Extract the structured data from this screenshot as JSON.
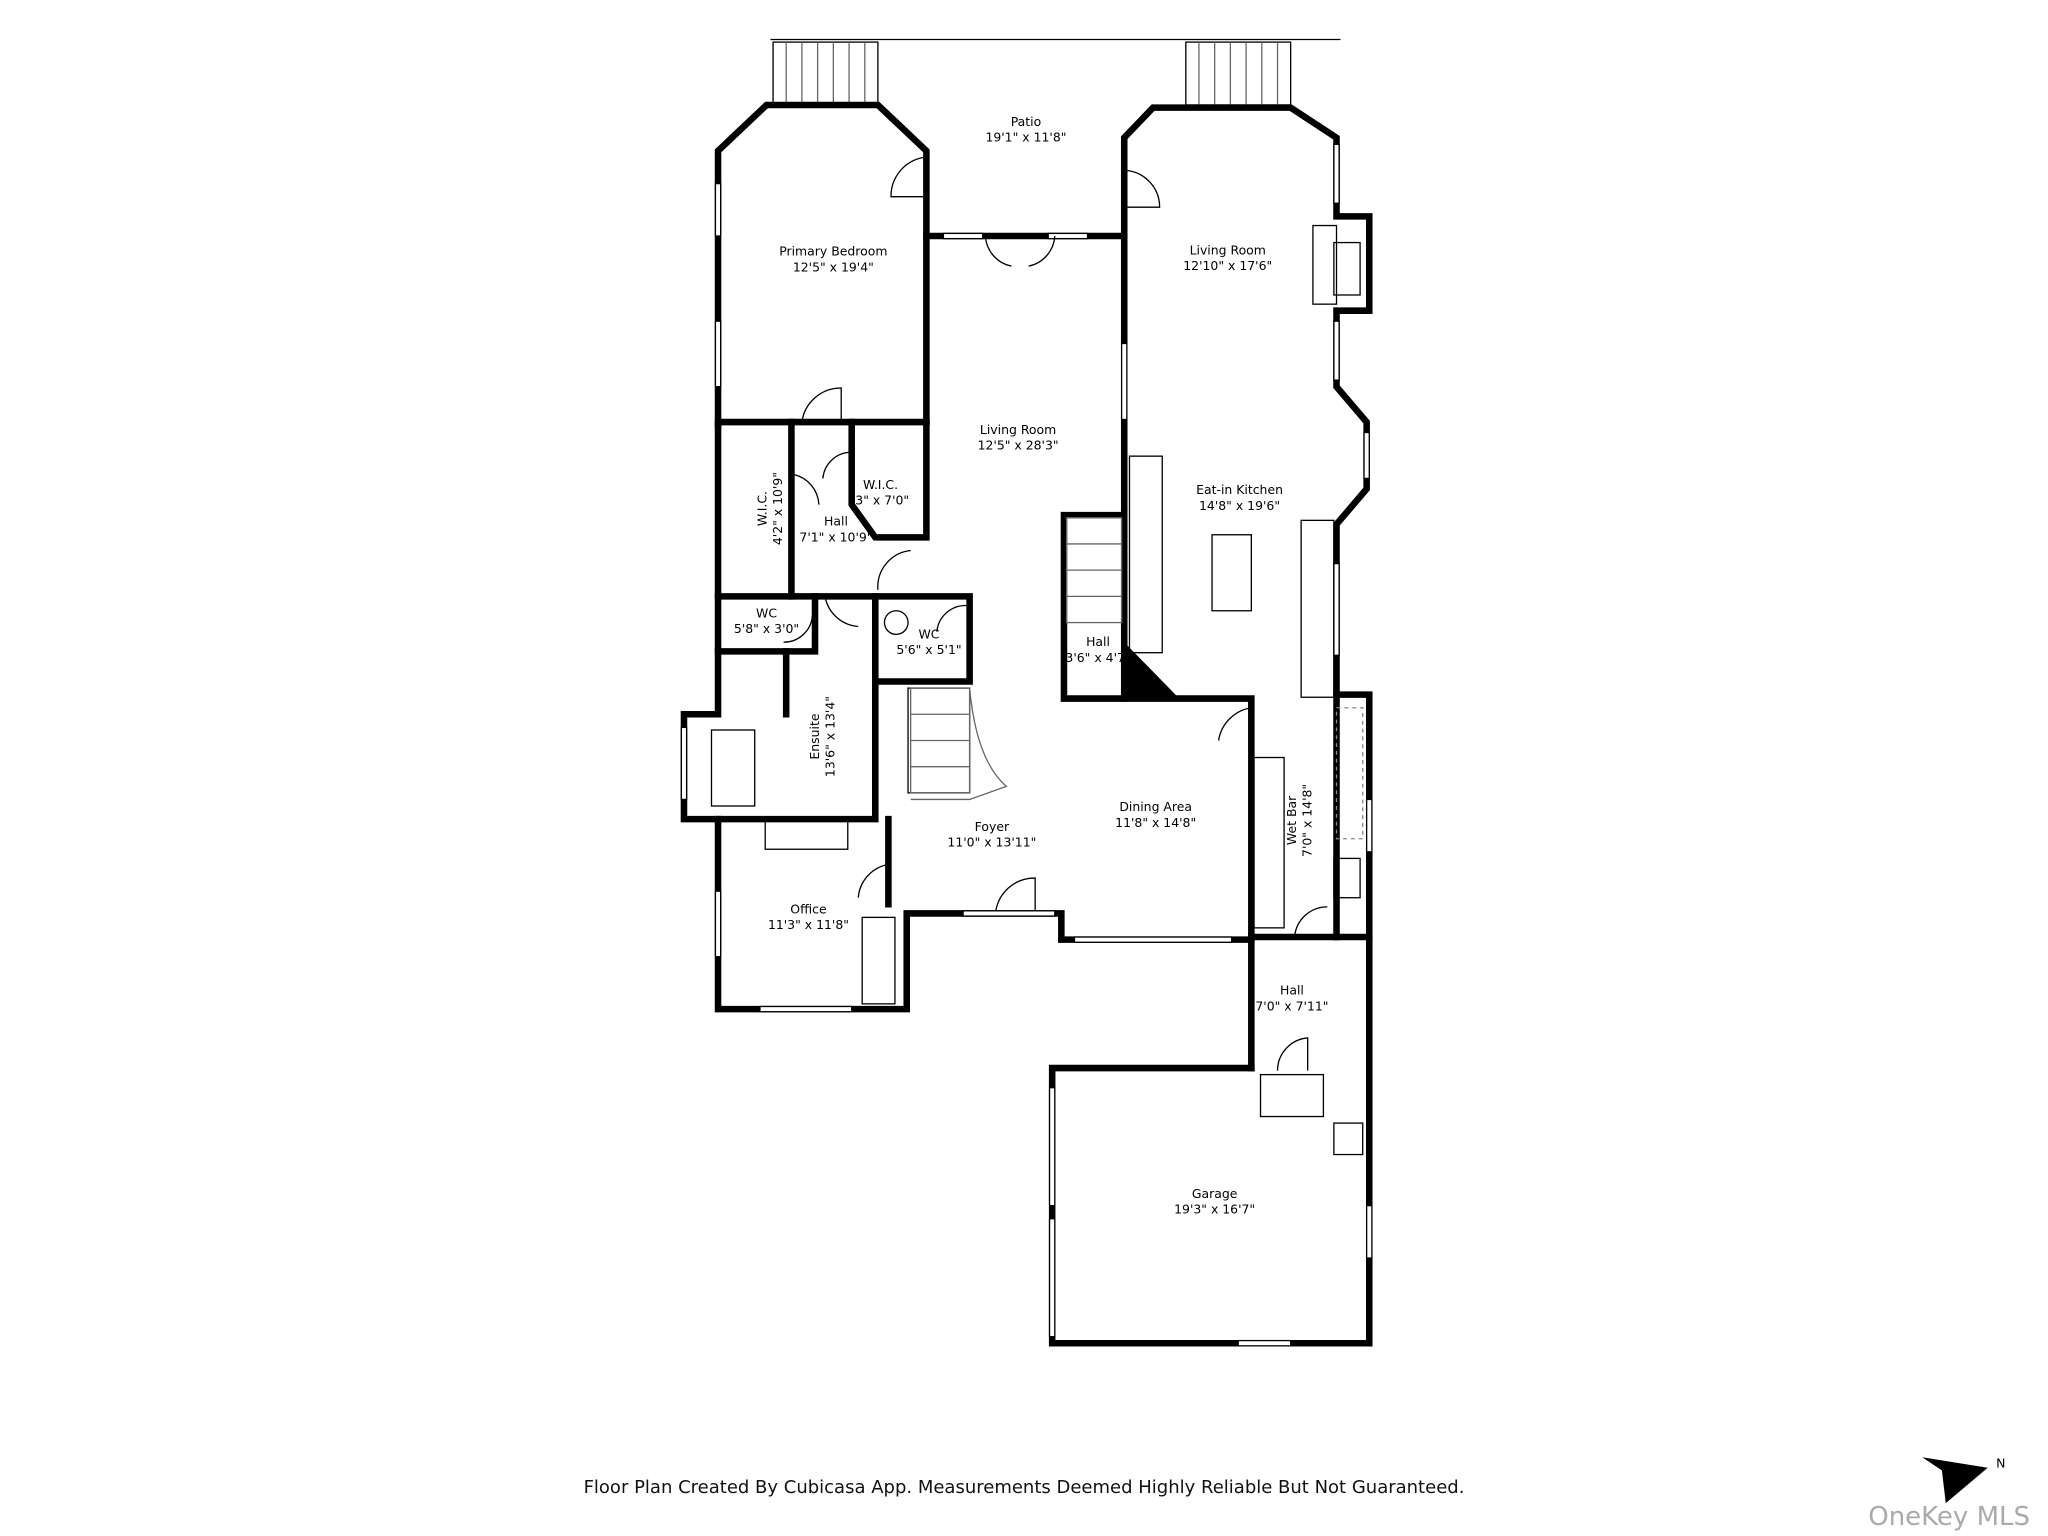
{
  "rooms": [
    {
      "name": "Patio",
      "dims": "19'1\" x 11'8\""
    },
    {
      "name": "Primary Bedroom",
      "dims": "12'5\" x 19'4\""
    },
    {
      "name": "Living Room",
      "dims": "12'10\" x 17'6\""
    },
    {
      "name": "Living Room",
      "dims": "12'5\" x 28'3\""
    },
    {
      "name": "Eat-in Kitchen",
      "dims": "14'8\" x 19'6\""
    },
    {
      "name": "W.I.C.",
      "dims": "4'2\" x 10'9\""
    },
    {
      "name": "W.I.C.",
      "dims": "'3\" x 7'0\""
    },
    {
      "name": "Hall",
      "dims": "7'1\" x 10'9\""
    },
    {
      "name": "WC",
      "dims": "5'8\" x 3'0\""
    },
    {
      "name": "WC",
      "dims": "5'6\" x 5'1\""
    },
    {
      "name": "Hall",
      "dims": "3'6\" x 4'7\""
    },
    {
      "name": "Ensuite",
      "dims": "13'6\" x 13'4\""
    },
    {
      "name": "Foyer",
      "dims": "11'0\" x 13'11\""
    },
    {
      "name": "Dining Area",
      "dims": "11'8\" x 14'8\""
    },
    {
      "name": "Wet Bar",
      "dims": "7'0\" x 14'8\""
    },
    {
      "name": "Office",
      "dims": "11'3\" x 11'8\""
    },
    {
      "name": "Hall",
      "dims": "7'0\" x 7'11\""
    },
    {
      "name": "Garage",
      "dims": "19'3\" x 16'7\""
    }
  ],
  "footer": "Floor Plan Created By Cubicasa App. Measurements Deemed Highly Reliable But Not Guaranteed.",
  "compass": {
    "label": "N",
    "icon": "north-arrow-icon"
  },
  "watermark": "OneKey MLS",
  "colors": {
    "walls": "#000000",
    "background": "#ffffff",
    "watermark": "#aaaaaa"
  }
}
